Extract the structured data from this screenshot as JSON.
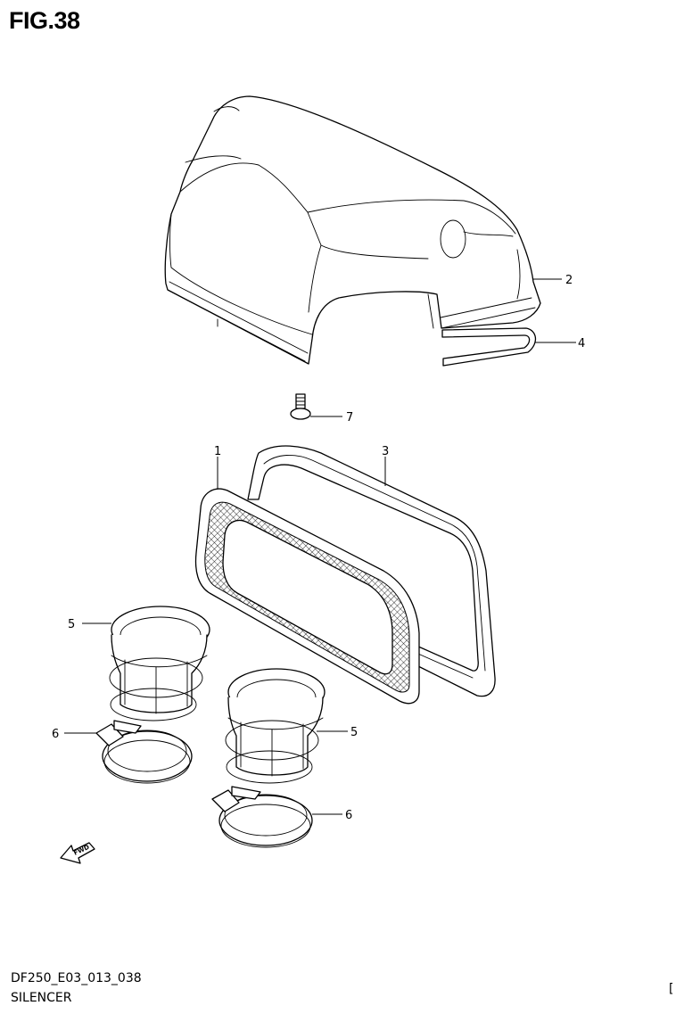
{
  "figure_title": "FIG.38",
  "footer": {
    "code": "DF250_E03_013_038",
    "name": "SILENCER",
    "corner_mark": "["
  },
  "callouts": {
    "c1": "1",
    "c2": "2",
    "c3": "3",
    "c4": "4",
    "c5a": "5",
    "c5b": "5",
    "c6a": "6",
    "c6b": "6",
    "c7": "7"
  },
  "direction_arrow": {
    "label": "FWD"
  }
}
